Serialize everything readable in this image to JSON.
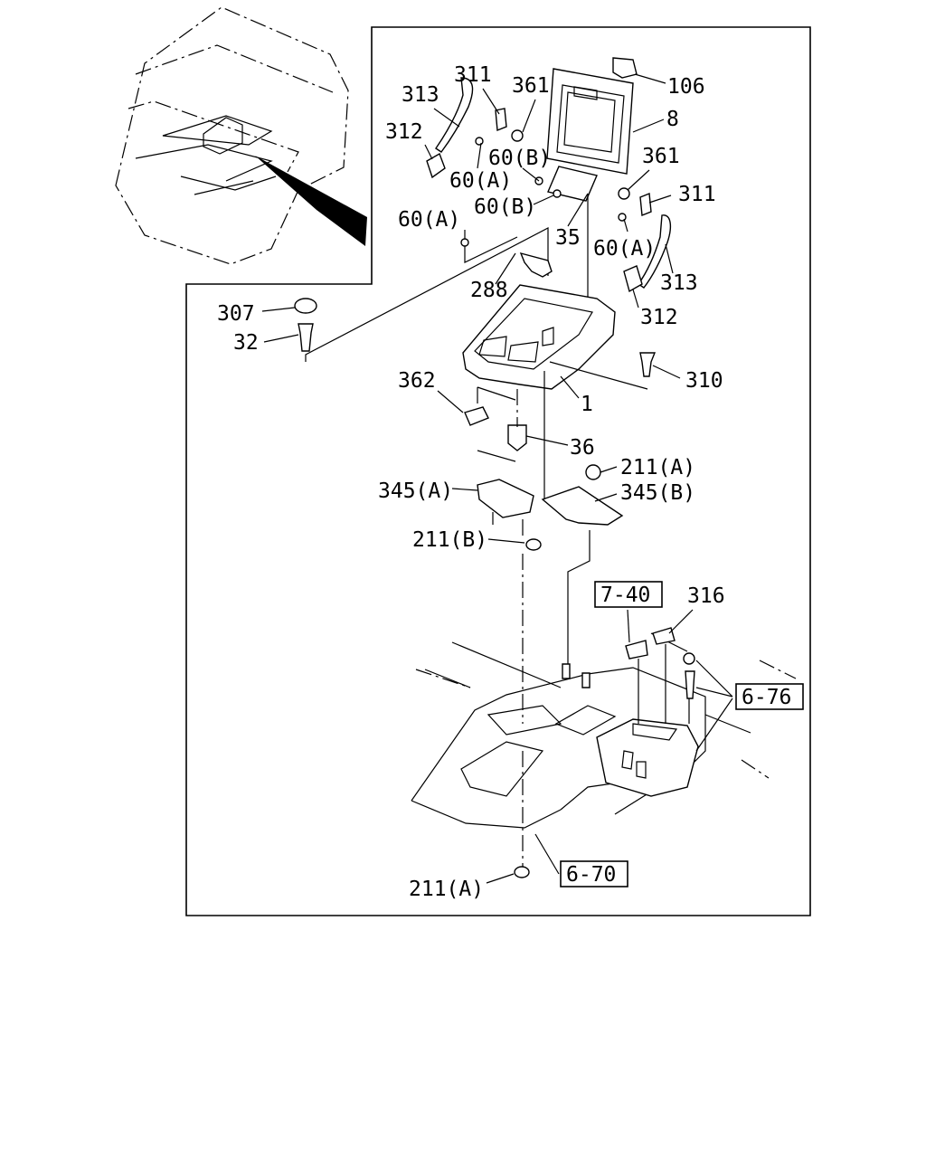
{
  "labels": {
    "l106": "106",
    "l8": "8",
    "l311a": "311",
    "l361a": "361",
    "l313a": "313",
    "l312a": "312",
    "l60ba": "60(B)",
    "l60aa": "60(A)",
    "l60bb": "60(B)",
    "l361b": "361",
    "l311b": "311",
    "l60ab": "60(A)",
    "l35": "35",
    "l60ac": "60(A)",
    "l313b": "313",
    "l288": "288",
    "l312b": "312",
    "l307": "307",
    "l32": "32",
    "l310": "310",
    "l1": "1",
    "l362": "362",
    "l36": "36",
    "l211aa": "211(A)",
    "l345a": "345(A)",
    "l345b": "345(B)",
    "l211b": "211(B)",
    "l316": "316",
    "l211ab": "211(A)"
  },
  "references": {
    "r740": "7-40",
    "r676": "6-76",
    "r670": "6-70"
  }
}
